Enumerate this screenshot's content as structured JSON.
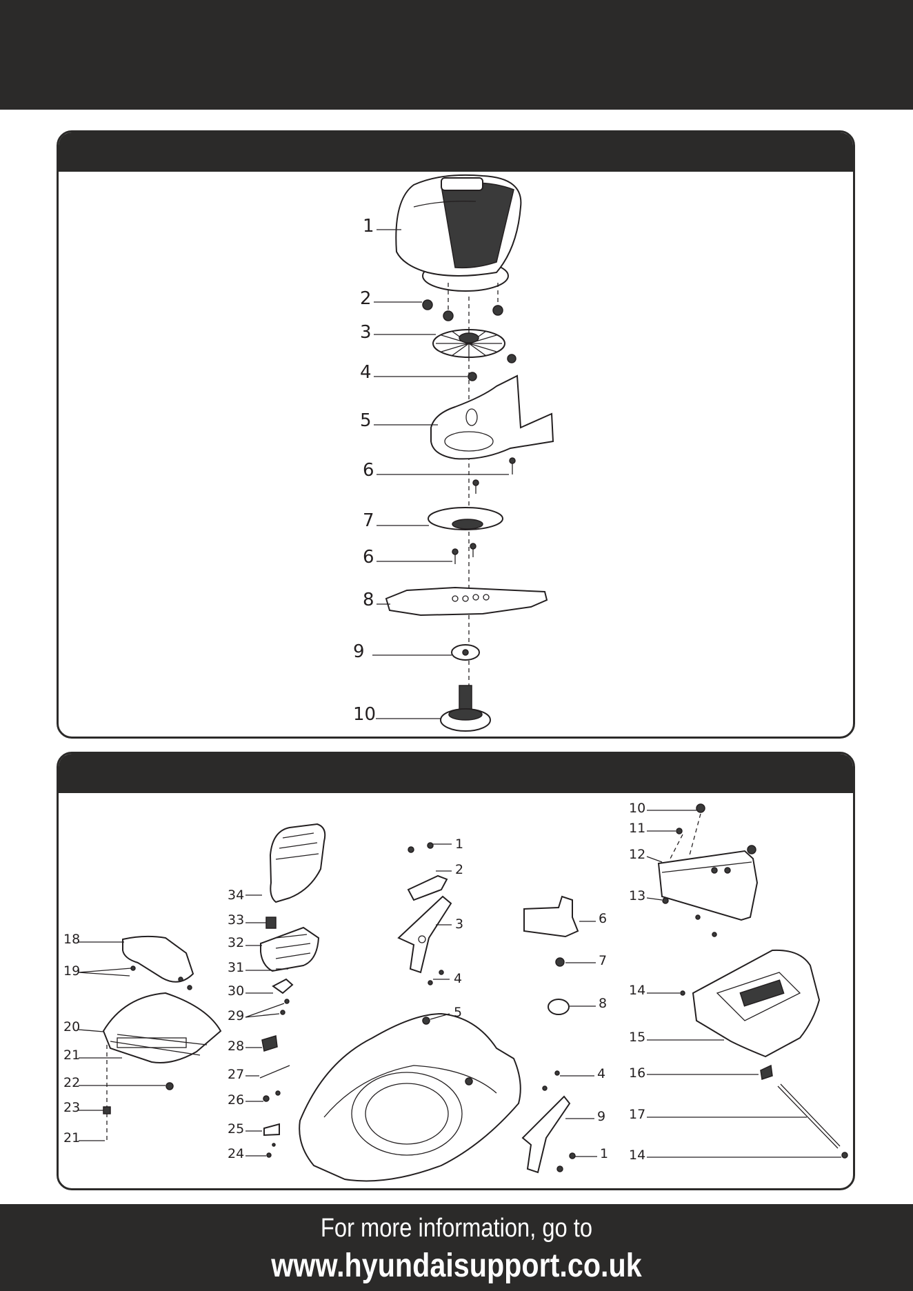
{
  "footer": {
    "line1": "For more information, go to",
    "line2": "www.hyundaisupport.co.uk"
  },
  "diagram1": {
    "callouts": [
      "1",
      "2",
      "3",
      "4",
      "5",
      "6",
      "6",
      "7",
      "8",
      "9",
      "10"
    ]
  },
  "diagram2": {
    "left_callouts": [
      "18",
      "19",
      "20",
      "21",
      "22",
      "23",
      "21"
    ],
    "center_left_callouts": [
      "34",
      "33",
      "32",
      "31",
      "30",
      "29",
      "28",
      "27",
      "26",
      "25",
      "24"
    ],
    "center_callouts": [
      "1",
      "2",
      "3",
      "4",
      "5"
    ],
    "right_center_callouts": [
      "6",
      "7",
      "8",
      "4",
      "9",
      "1"
    ],
    "right_callouts": [
      "10",
      "11",
      "12",
      "13",
      "14",
      "15",
      "16",
      "17",
      "14"
    ]
  }
}
